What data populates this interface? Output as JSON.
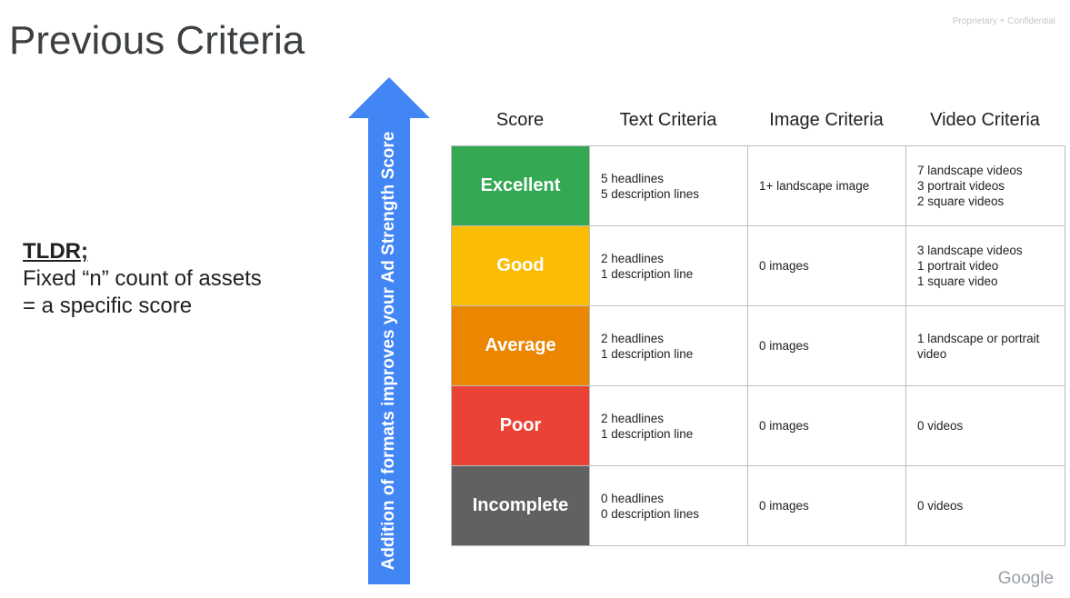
{
  "slide": {
    "title": "Previous Criteria",
    "confidential": "Proprietary + Confidential",
    "logo_text": "Google"
  },
  "tldr": {
    "heading": "TLDR;",
    "line1": "Fixed “n” count of assets",
    "line2": "= a specific score"
  },
  "arrow": {
    "label": "Addition of formats improves your Ad Strength Score",
    "color": "#4285f4"
  },
  "table": {
    "headers": {
      "score": "Score",
      "text": "Text Criteria",
      "image": "Image Criteria",
      "video": "Video Criteria"
    },
    "rows": [
      {
        "score": "Excellent",
        "color": "#34a853",
        "text": "5 headlines\n5 description lines",
        "image": "1+ landscape image",
        "video": "7 landscape videos\n3 portrait videos\n2 square videos"
      },
      {
        "score": "Good",
        "color": "#fbbc04",
        "text": "2 headlines\n1 description line",
        "image": "0 images",
        "video": "3 landscape videos\n1 portrait video\n1 square video"
      },
      {
        "score": "Average",
        "color": "#ea8600",
        "text": "2 headlines\n1 description line",
        "image": "0 images",
        "video": "1 landscape or portrait\nvideo"
      },
      {
        "score": "Poor",
        "color": "#ea4335",
        "text": "2 headlines\n1 description line",
        "image": "0 images",
        "video": "0 videos"
      },
      {
        "score": "Incomplete",
        "color": "#616161",
        "text": "0 headlines\n0 description lines",
        "image": "0 images",
        "video": "0 videos"
      }
    ]
  }
}
